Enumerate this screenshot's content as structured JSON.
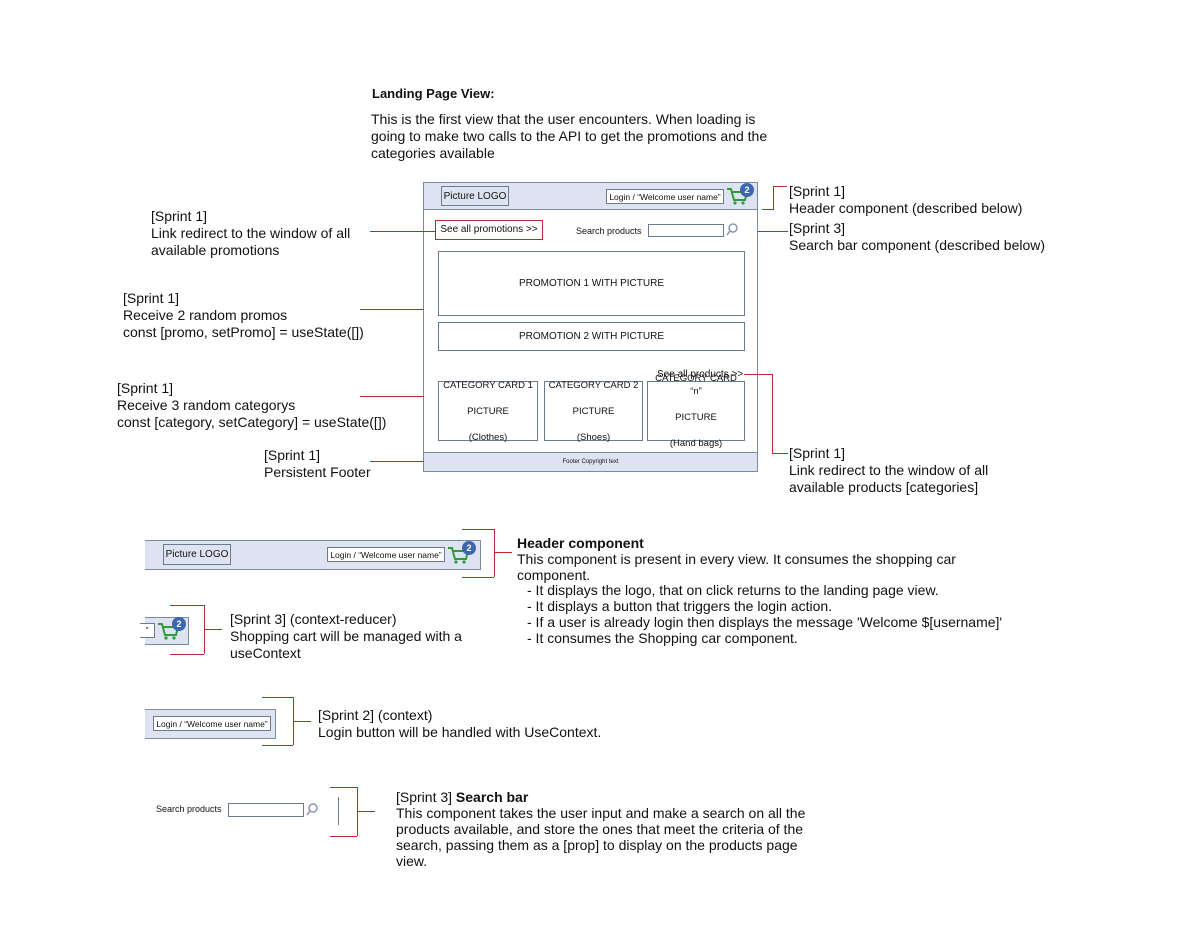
{
  "intro": {
    "heading": "Landing Page View:",
    "text": "This is the first view that the user encounters. When loading is going to make two calls to the API to get the promotions and the categories available"
  },
  "wireframe": {
    "logo": "Picture LOGO",
    "login": "Login / “Welcome user name”",
    "cart_count": "2",
    "see_all_promotions": "See all promotions >>",
    "search_label": "Search products",
    "promo1": "PROMOTION 1 WITH PICTURE",
    "promo2": "PROMOTION 2 WITH PICTURE",
    "see_all_products": "See all products >>",
    "cards": [
      {
        "line1": "CATEGORY CARD  1",
        "line2": "PICTURE",
        "line3": "(Clothes)"
      },
      {
        "line1": "CATEGORY CARD  2",
        "line2": "PICTURE",
        "line3": "(Shoes)"
      },
      {
        "line1": "CATEGORY CARD  “n”",
        "line2": "PICTURE",
        "line3": "(Hand bags)"
      }
    ],
    "footer": "Footer Copyright text"
  },
  "annotations": {
    "header": "[Sprint 1]\nHeader component (described below)",
    "search": "[Sprint 3]\nSearch bar component (described below)",
    "promos_link": "[Sprint 1]\nLink redirect to the window of all\navailable promotions",
    "promos": "[Sprint 1]\nReceive 2 random promos\nconst [promo, setPromo] = useState([])",
    "categories": "[Sprint 1]\nReceive 3 random categorys\nconst [category, setCategory] = useState([])",
    "footer": "[Sprint 1]\nPersistent Footer",
    "products_link": "[Sprint 1]\nLink redirect to the window of all\navailable products [categories]"
  },
  "header_component": {
    "title": "Header component",
    "text": "This component is present in every view. It consumes the shopping car component.",
    "bullets": [
      "- It displays the logo, that on click returns to the landing page view.",
      "- It displays a button that triggers the login action.",
      "- If a user is already login then displays the message 'Welcome $[username]'",
      "- It consumes the Shopping car component."
    ]
  },
  "cart_note": "[Sprint 3] (context-reducer)\nShopping cart will be managed with a\nuseContext",
  "login_note": "[Sprint 2] (context)\nLogin button will be handled with UseContext.",
  "search_component": {
    "prefix": "[Sprint 3] ",
    "title": "Search bar",
    "text": "This component takes the user input and make a search on all the products available, and store the ones that meet the criteria of the search, passing them as a [prop] to display on the products page view."
  },
  "colors": {
    "accent_line": "#c0272d",
    "header_fill": "#dde3f0",
    "badge": "#3c66b0",
    "cart": "#2e9c3a"
  }
}
